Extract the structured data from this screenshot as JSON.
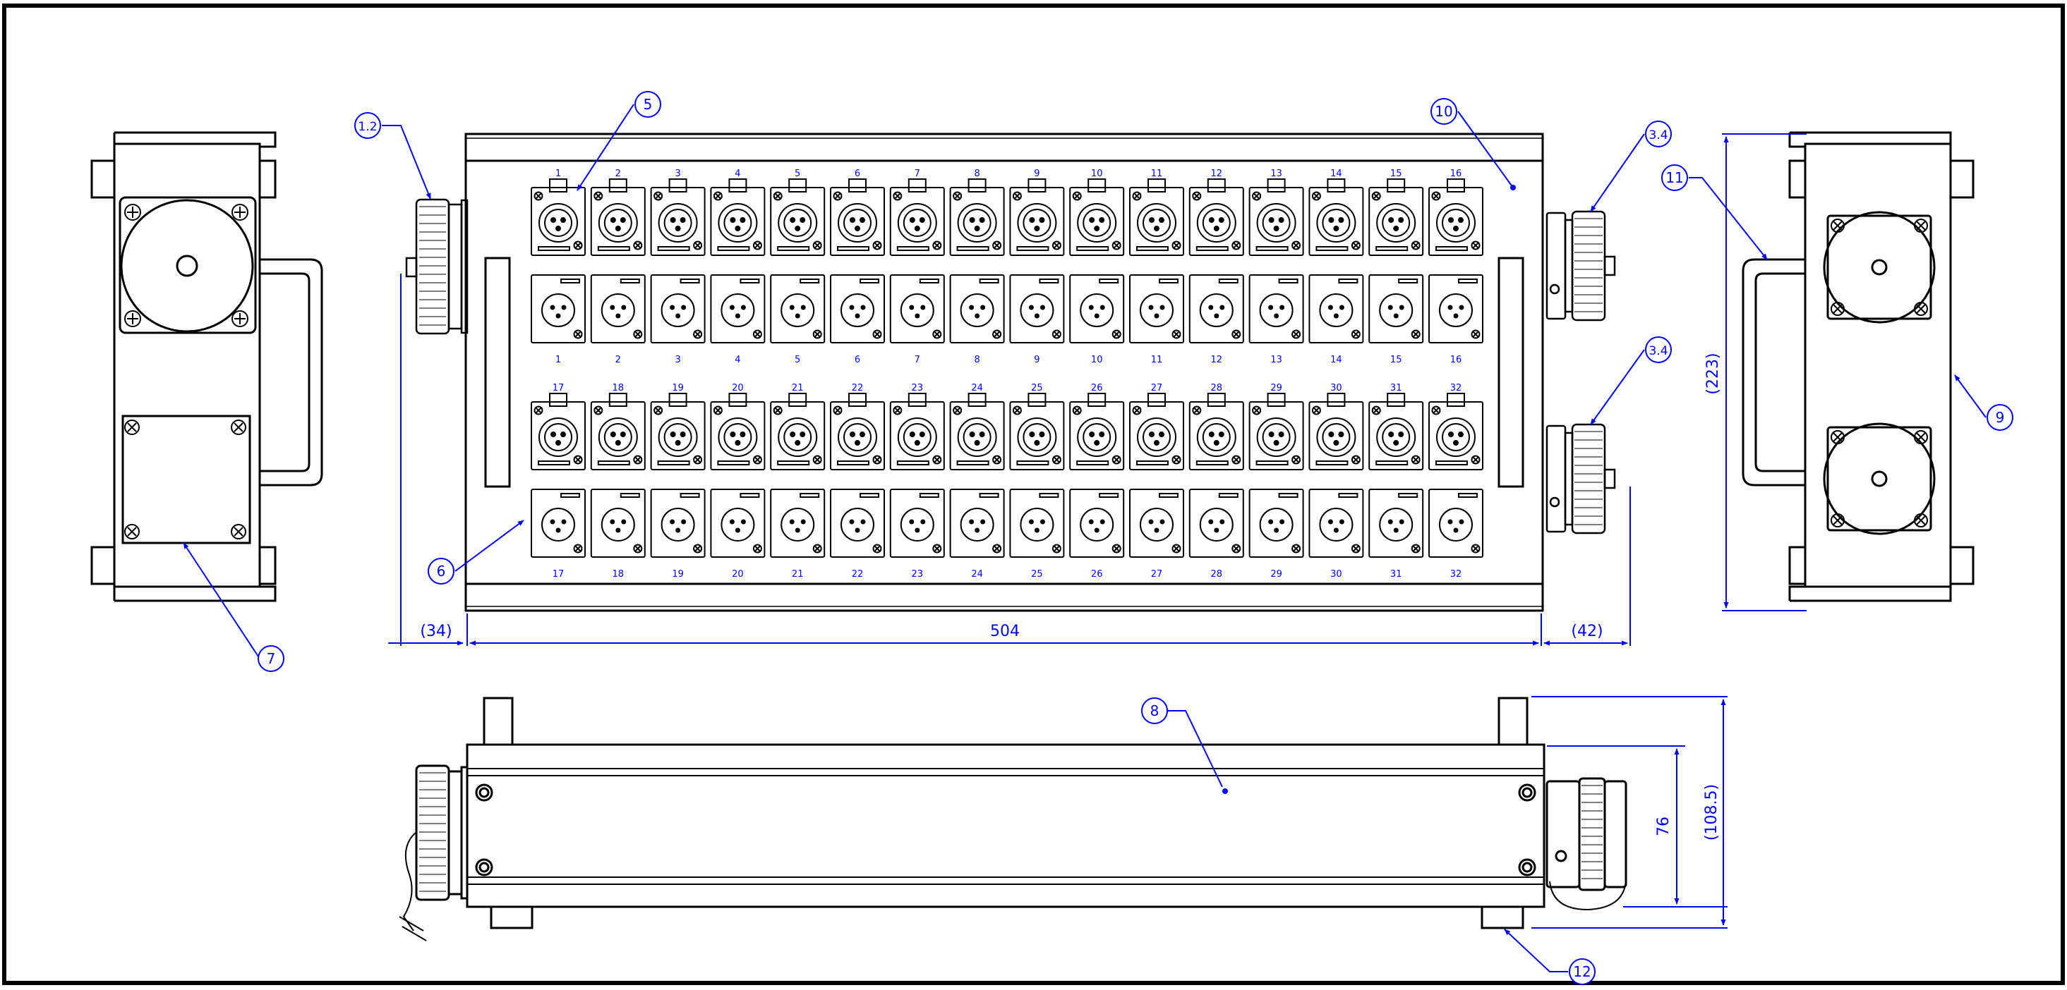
{
  "drawing": {
    "line_color": "#000000",
    "annotation_color": "#0000ff",
    "background": "#ffffff",
    "callouts": [
      "1.2",
      "5",
      "10",
      "3.4",
      "3.4",
      "11",
      "9",
      "7",
      "6",
      "8",
      "12"
    ],
    "dimensions": {
      "left_overhang": "(34)",
      "front_width": "504",
      "right_overhang": "(42)",
      "side_height": "(223)",
      "body_height": "76",
      "total_height": "(108.5)"
    },
    "channels": {
      "row1": [
        "1",
        "2",
        "3",
        "4",
        "5",
        "6",
        "7",
        "8",
        "9",
        "10",
        "11",
        "12",
        "13",
        "14",
        "15",
        "16"
      ],
      "row2": [
        "17",
        "18",
        "19",
        "20",
        "21",
        "22",
        "23",
        "24",
        "25",
        "26",
        "27",
        "28",
        "29",
        "30",
        "31",
        "32"
      ]
    }
  }
}
